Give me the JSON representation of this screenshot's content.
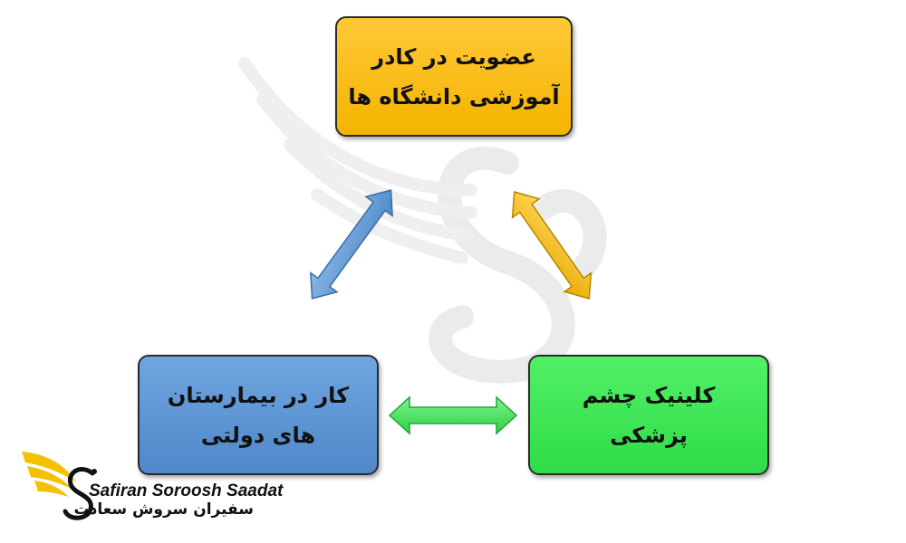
{
  "nodes": {
    "top": {
      "lines": [
        "عضویت در کادر",
        "آموزشی دانشگاه ها"
      ],
      "color": "#ffc000"
    },
    "left": {
      "lines": [
        "کار در بیمارستان",
        "های دولتی"
      ],
      "color": "#5b9bd5"
    },
    "right": {
      "lines": [
        "کلینیک چشم",
        "پزشکی"
      ],
      "color": "#33e34d"
    }
  },
  "arrows": [
    {
      "between": [
        "left",
        "top"
      ],
      "color": "#5b9bd5"
    },
    {
      "between": [
        "top",
        "right"
      ],
      "color": "#ffc000"
    },
    {
      "between": [
        "left",
        "right"
      ],
      "color": "#33e34d"
    }
  ],
  "logo": {
    "name_en": "Safiran Soroosh Saadat",
    "name_fa": "سفیران سروش سعادت"
  }
}
